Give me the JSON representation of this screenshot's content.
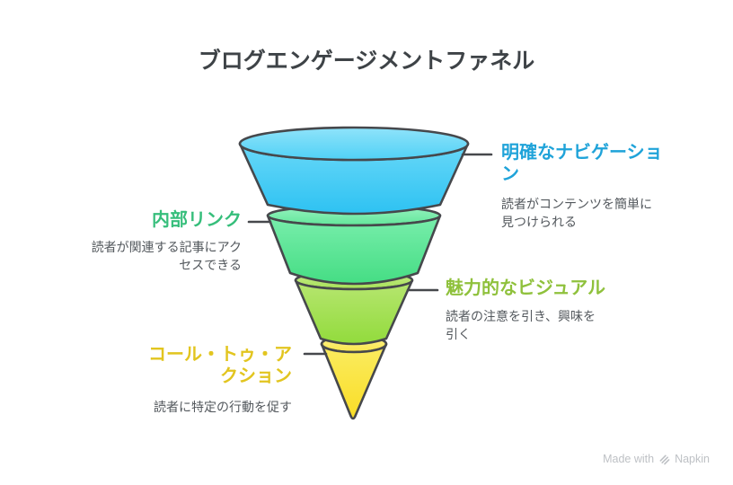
{
  "title": "ブログエンゲージメントファネル",
  "funnel": {
    "stages": [
      {
        "label": "明確なナビゲーション",
        "description": "読者がコンテンツを簡単に見つけられる",
        "side": "right",
        "fill_color": "#3fcbf5",
        "label_color": "#1fa3d9"
      },
      {
        "label": "内部リンク",
        "description": "読者が関連する記事にアクセスできる",
        "side": "left",
        "fill_color": "#58e896",
        "label_color": "#36be7b"
      },
      {
        "label": "魅力的なビジュアル",
        "description": "読者の注意を引き、興味を引く",
        "side": "right",
        "fill_color": "#9fe04e",
        "label_color": "#8fc13c"
      },
      {
        "label": "コール・トゥ・アクション",
        "description": "読者に特定の行動を促す",
        "side": "left",
        "fill_color": "#fbe42c",
        "label_color": "#e2c51f"
      }
    ],
    "outline_color": "#46484c"
  },
  "watermark": {
    "prefix": "Made with",
    "brand": "Napkin"
  }
}
